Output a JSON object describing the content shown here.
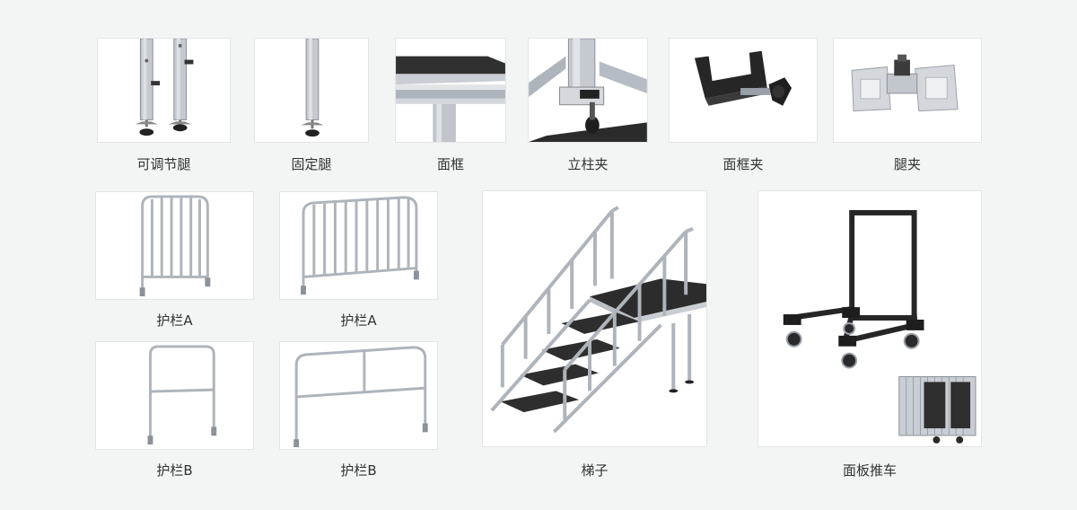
{
  "products": [
    {
      "label": "可调节腿",
      "icon": "adjustable-leg-icon"
    },
    {
      "label": "固定腿",
      "icon": "fixed-leg-icon"
    },
    {
      "label": "面框",
      "icon": "panel-frame-icon"
    },
    {
      "label": "立柱夹",
      "icon": "post-clamp-icon"
    },
    {
      "label": "面框夹",
      "icon": "frame-clamp-icon"
    },
    {
      "label": "腿夹",
      "icon": "leg-clamp-icon"
    },
    {
      "label": "护栏A",
      "icon": "guardrail-a-icon"
    },
    {
      "label": "护栏A",
      "icon": "guardrail-a-icon"
    },
    {
      "label": "护栏B",
      "icon": "guardrail-b-icon"
    },
    {
      "label": "护栏B",
      "icon": "guardrail-b-icon"
    },
    {
      "label": "梯子",
      "icon": "stairs-icon"
    },
    {
      "label": "面板推车",
      "icon": "panel-cart-icon"
    }
  ],
  "colors": {
    "background": "#f3f4f4",
    "metal": "#b8bec6",
    "dark": "#2b2b2b"
  }
}
